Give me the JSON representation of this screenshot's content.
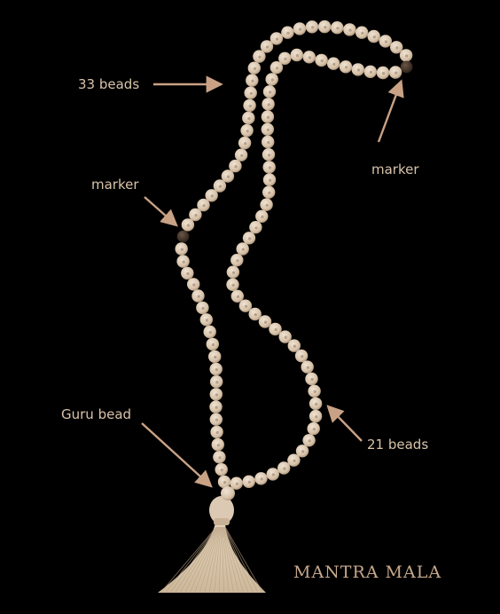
{
  "title": "MANTRA MALA",
  "labels": {
    "beads_33": "33 beads",
    "marker_right": "marker",
    "marker_left": "marker",
    "guru_bead": "Guru bead",
    "beads_21": "21 beads"
  },
  "colors": {
    "background": "#000000",
    "bead": "#dcc9b3",
    "bead_hole": "#8f7560",
    "marker_bead": "#3a2c22",
    "label_text": "#d8c3aa",
    "title_text": "#c7a98c",
    "arrow": "#c9a285",
    "tassel": "#d9c6aa"
  }
}
